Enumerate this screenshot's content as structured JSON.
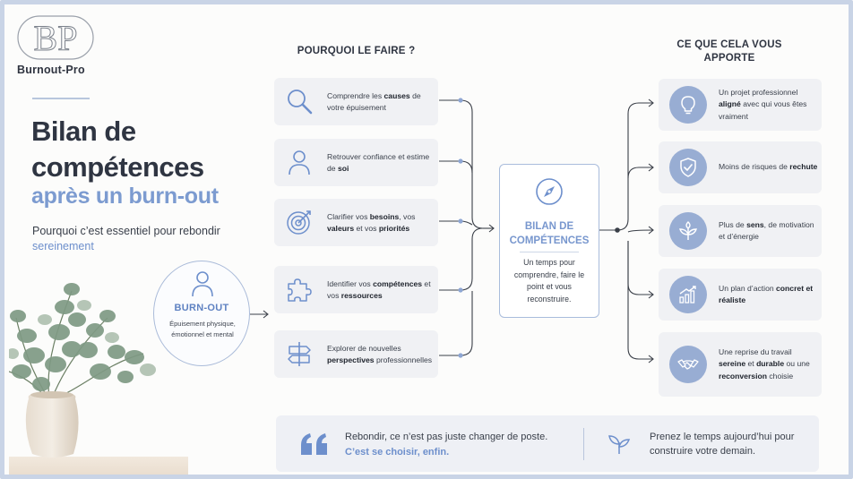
{
  "brand": {
    "logo_letters": "BP",
    "name": "Burnout-Pro"
  },
  "hero": {
    "title": "Bilan de compétences",
    "subtitle": "après un burn-out",
    "tagline_start": "Pourquoi c’est essentiel pour rebondir ",
    "tagline_accent": "sereinement"
  },
  "burnout": {
    "label": "BURN-OUT",
    "description": "Épuisement physique, émotionnel et mental"
  },
  "why": {
    "heading": "POURQUOI LE FAIRE ?",
    "items": [
      {
        "icon": "magnifier-icon",
        "pre": "Comprendre les ",
        "bold": "causes",
        "post": " de votre épuisement"
      },
      {
        "icon": "person-icon",
        "pre": "Retrouver confiance et estime de ",
        "bold": "soi",
        "post": ""
      },
      {
        "icon": "target-icon",
        "pre": "Clarifier vos ",
        "bold": "besoins",
        "mid": ", vos ",
        "bold2": "valeurs",
        "mid2": " et vos ",
        "bold3": "priorités",
        "post": ""
      },
      {
        "icon": "puzzle-icon",
        "pre": "Identifier vos ",
        "bold": "compétences",
        "mid": " et vos ",
        "bold2": "ressources",
        "post": ""
      },
      {
        "icon": "signpost-icon",
        "pre": "Explorer de nouvelles ",
        "bold": "perspectives",
        "post": " professionnelles"
      }
    ]
  },
  "center": {
    "title": "BILAN DE COMPÉTENCES",
    "description": "Un temps pour comprendre, faire le point et vous reconstruire."
  },
  "benefits": {
    "heading": "CE QUE CELA VOUS APPORTE",
    "items": [
      {
        "icon": "lightbulb-icon",
        "pre": "Un projet professionnel ",
        "bold": "aligné",
        "post": " avec qui vous êtes vraiment"
      },
      {
        "icon": "shield-check-icon",
        "pre": "Moins de risques de ",
        "bold": "rechute",
        "post": ""
      },
      {
        "icon": "leaf-icon",
        "pre": "Plus de ",
        "bold": "sens",
        "post": ", de motivation et d’énergie"
      },
      {
        "icon": "growth-chart-icon",
        "pre": "Un plan d’action ",
        "bold": "concret et réaliste",
        "post": ""
      },
      {
        "icon": "handshake-icon",
        "pre": "Une reprise du travail ",
        "bold": "sereine",
        "mid": " et ",
        "bold2": "durable",
        "mid2": " ou une ",
        "bold3": "reconversion",
        "post": " choisie"
      }
    ]
  },
  "banner": {
    "quote_line": "Rebondir, ce n’est pas juste changer de poste.",
    "quote_accent": "C’est se choisir, enfin.",
    "message": "Prenez le temps aujourd’hui pour construire votre demain."
  },
  "colors": {
    "accent": "#7c9bd0",
    "accent_dark": "#5f82c2",
    "card_bg": "#f0f1f4",
    "badge": "#98add3",
    "frame": "#c9d4e6",
    "line": "#3a3f48"
  }
}
